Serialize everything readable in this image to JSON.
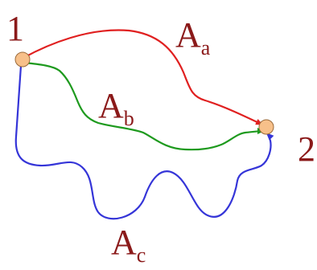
{
  "points": {
    "start": {
      "label": "1"
    },
    "end": {
      "label": "2"
    }
  },
  "paths": [
    {
      "id": "a",
      "letter": "A",
      "subscript": "a"
    },
    {
      "id": "b",
      "letter": "A",
      "subscript": "b"
    },
    {
      "id": "c",
      "letter": "A",
      "subscript": "c"
    }
  ],
  "colors": {
    "label_text": "#8b1a1a",
    "point_fill": "#f7c08a",
    "point_stroke": "#9a6a3a",
    "path_a": "#e02020",
    "path_b": "#1e9a1e",
    "path_c": "#3535d8"
  }
}
